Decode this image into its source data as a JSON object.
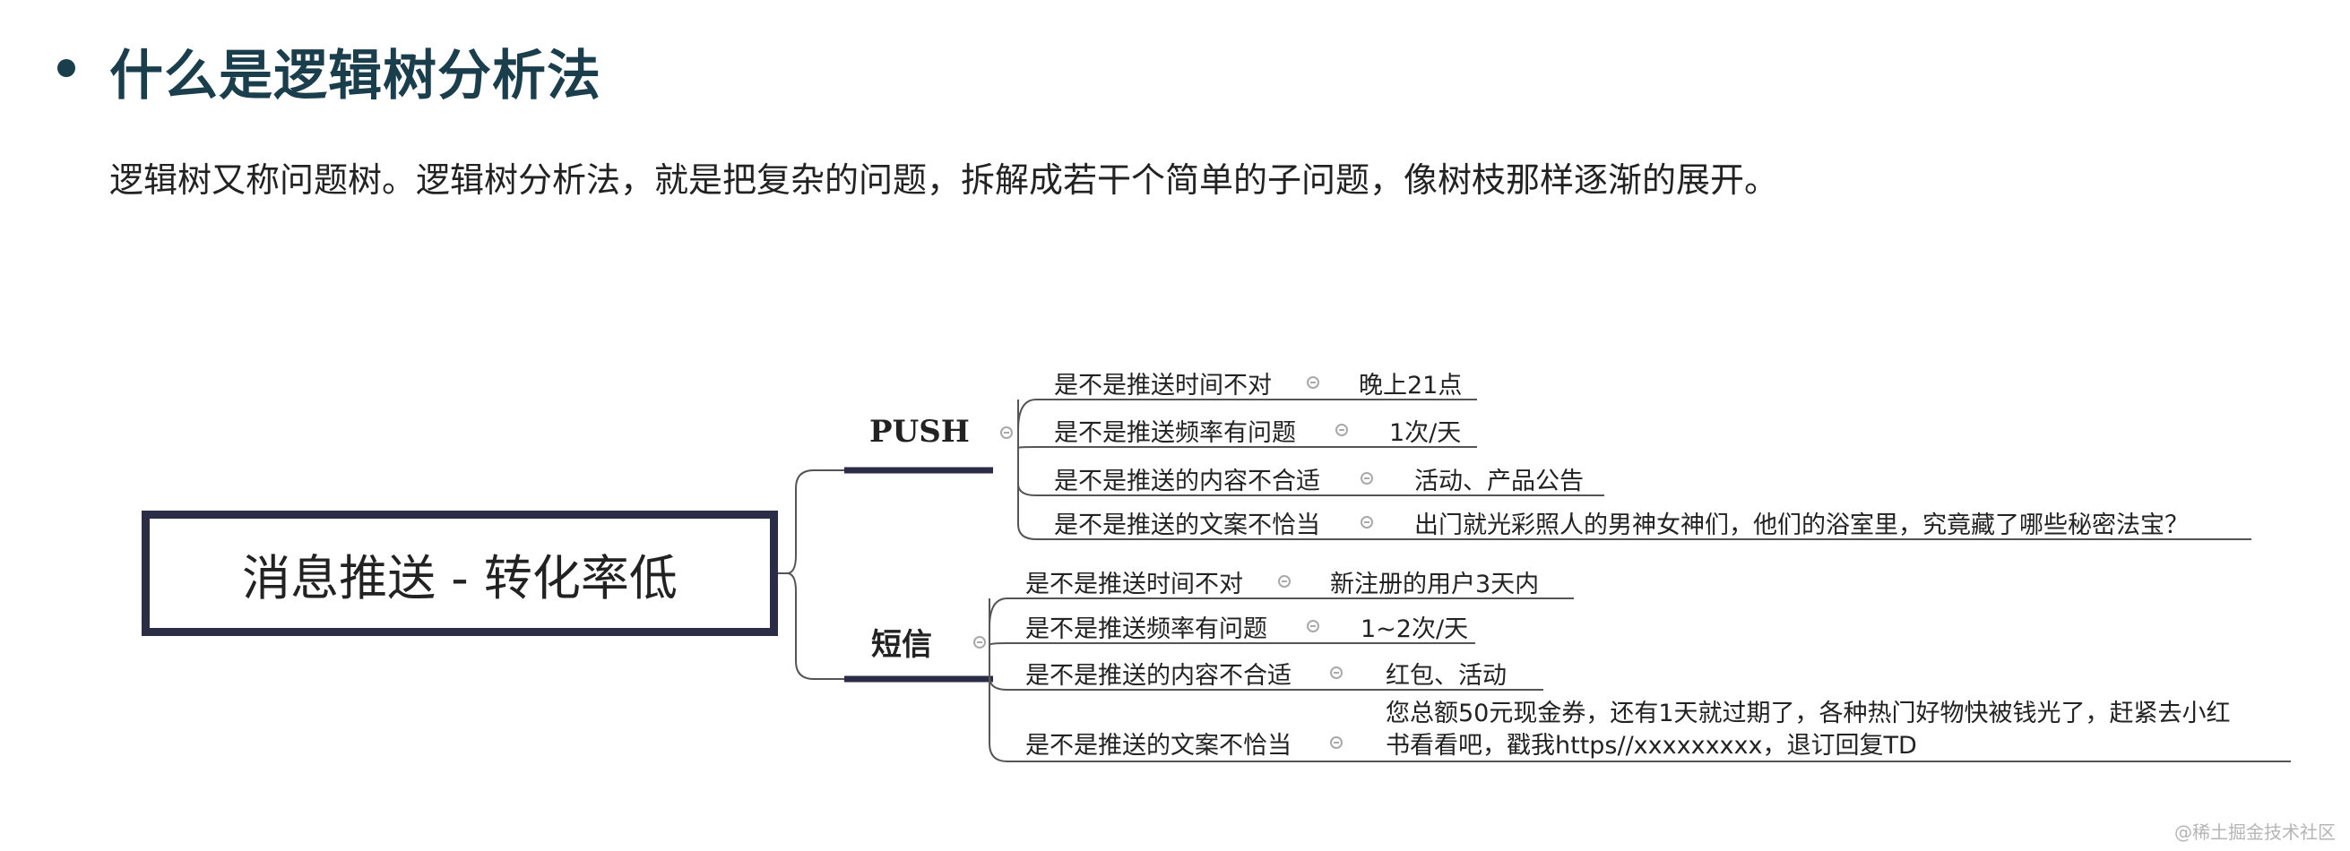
{
  "heading": "什么是逻辑树分析法",
  "intro": "逻辑树又称问题树。逻辑树分析法，就是把复杂的问题，拆解成若干个简单的子问题，像树枝那样逐渐的展开。",
  "mindmap": {
    "root": "消息推送 - 转化率低",
    "branches": [
      {
        "label": "PUSH",
        "items": [
          {
            "question": "是不是推送时间不对",
            "answer": "晚上21点"
          },
          {
            "question": "是不是推送频率有问题",
            "answer": "1次/天"
          },
          {
            "question": "是不是推送的内容不合适",
            "answer": "活动、产品公告"
          },
          {
            "question": "是不是推送的文案不恰当",
            "answer": "出门就光彩照人的男神女神们，他们的浴室里，究竟藏了哪些秘密法宝？"
          }
        ]
      },
      {
        "label": "短信",
        "items": [
          {
            "question": "是不是推送时间不对",
            "answer": "新注册的用户3天内"
          },
          {
            "question": "是不是推送频率有问题",
            "answer": "1~2次/天"
          },
          {
            "question": "是不是推送的内容不合适",
            "answer": "红包、活动"
          },
          {
            "question": "是不是推送的文案不恰当",
            "answer_line1": "您总额50元现金券，还有1天就过期了，各种热门好物快被钱光了，赶紧去小红",
            "answer_line2": "书看看吧，戳我https//xxxxxxxxx，退订回复TD"
          }
        ]
      }
    ]
  },
  "watermark": "@稀土掘金技术社区"
}
